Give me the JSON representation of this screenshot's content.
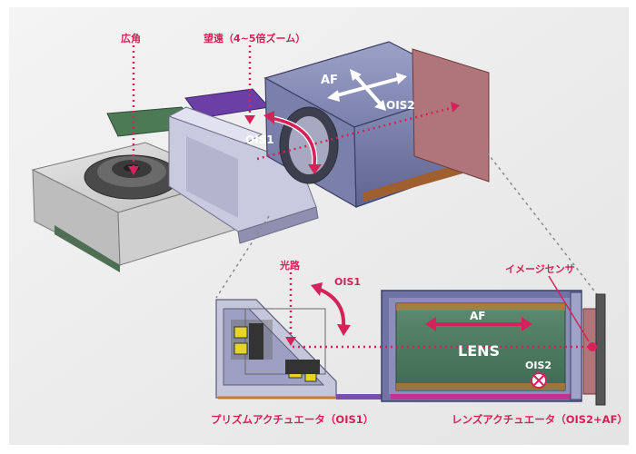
{
  "labels": {
    "wide": "広角",
    "tele": "望遠（4~5倍ズーム）",
    "af_top": "AF",
    "ois2_top": "OIS2",
    "ois1_top": "OIS1",
    "light_path": "光路",
    "ois1_bottom": "OIS1",
    "image_sensor": "イメージセンサ",
    "af_bottom": "AF",
    "lens": "LENS",
    "ois2_bottom": "OIS2",
    "prism_caption": "プリズムアクチュエータ（OIS1）",
    "lens_caption": "レンズアクチュエータ（OIS2+AF）"
  },
  "colors": {
    "accent": "#d6225a",
    "background": "#ececec"
  }
}
